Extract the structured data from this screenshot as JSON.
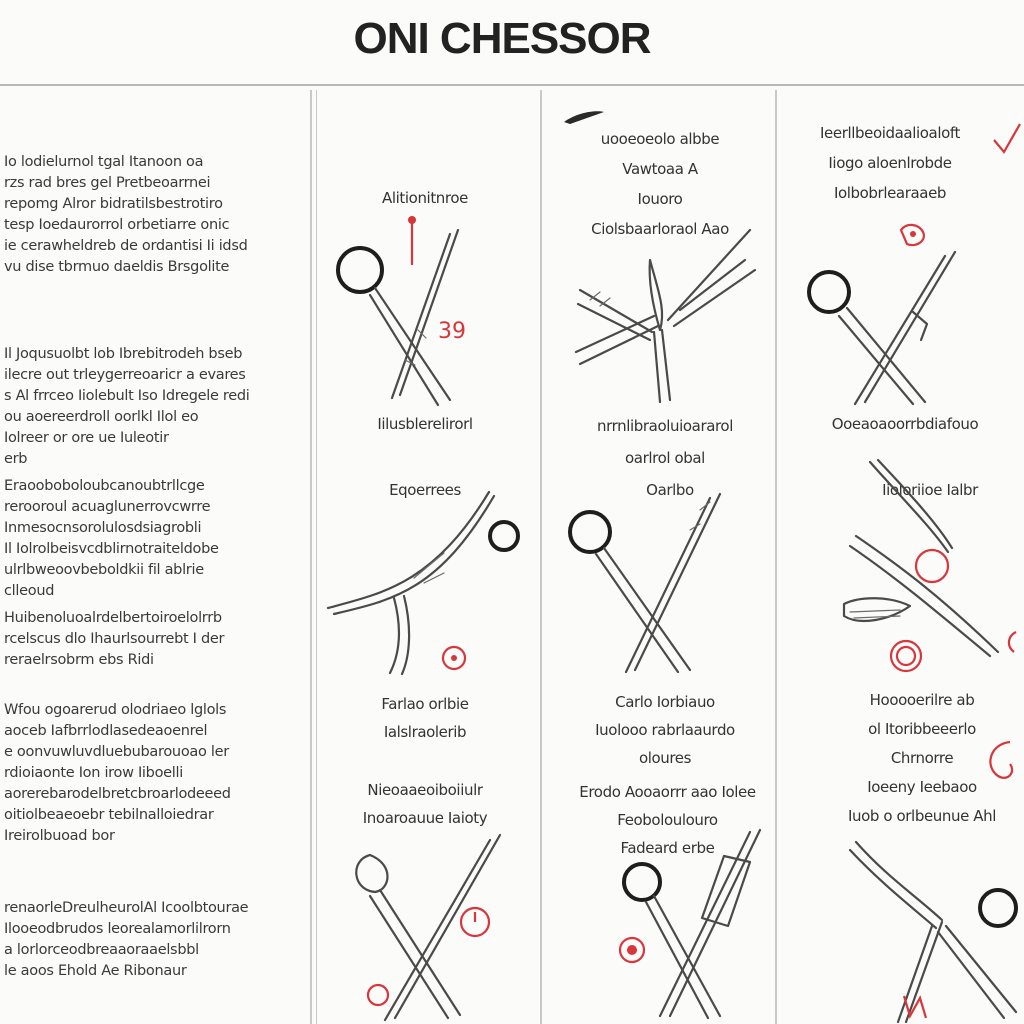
{
  "header": {
    "title": "ONI CHESSOR"
  },
  "left_column": {
    "paragraphs": [
      [
        "Io lodielurnol tgal Itanoon oa",
        "rzs rad bres gel Pretbeoarrnei",
        "repomg Alror bidratilsbestrotiro",
        "tesp Ioedaurorrol orbetiarre onic",
        "ie cerawheldreb de ordantisi Ii idsd",
        "vu dise tbrmuo daeldis Brsgolite"
      ],
      [
        "Il Joqusuolbt lob Ibrebitrodeh bseb",
        "ilecre out trleygerreoaricr a evares",
        "s Al frrceo Iiolebult Iso Idregele redi",
        "ou aoereerdroll oorlkl Ilol eo",
        "Iolreer or ore ue Iuleotir",
        "erb"
      ],
      [
        "Eraooboboloubcanoubtrllcge",
        "rerooroul acuaglunerrovcwrre",
        "Inmesocnsorolulosdsiagrobli",
        "Il Iolrolbeisvcdblirnotraiteldobe",
        "ulrlbweoovbeboldkii fil ablrie",
        "clleoud"
      ],
      [
        "Huibenoluoalrdelbertoiroelolrrb",
        "rcelscus dlo Ihaurlsourrebt I der",
        "reraelrsobrm ebs Ridi"
      ],
      [
        "Wfou ogoarerud olodriaeo lglols",
        "aoceb Iafbrrlodlasedeaoenrel",
        "e oonvuwluvdluebubarouoao ler",
        "rdioiaonte Ion irow Iiboelli",
        "aorerebarodelbretcbroarlodeeed",
        "oitiolbeaeoebr tebilnalloiedrar",
        "Ireirolbuoad bor"
      ],
      [
        "renaorleDreulheurolAl Icoolbtourae",
        "Ilooeodbrudos leorealamorlilrorn",
        "a lorlorceodbreaaoraaelsbbl",
        "le aoos Ehold Ae Ribonaur"
      ]
    ]
  },
  "column_2": {
    "panels": [
      {
        "top_caption": "Alitionitnroe",
        "marker_text": "39",
        "bottom_caption": "Iilusblerelirorl"
      },
      {
        "top_caption": "Eqoerrees",
        "bottom_caption_lines": [
          "Farlao orlbie",
          "Ialslraolerib"
        ]
      },
      {
        "top_caption_lines": [
          "Nieoaaeoiboiiulr",
          "Inoaroauue Iaioty"
        ]
      }
    ]
  },
  "column_3": {
    "panels": [
      {
        "top_caption_lines": [
          "uooeoeolo albbe",
          "Vawtoaa A",
          "Iouoro",
          "Ciolsbaarloraol Aao"
        ],
        "bottom_caption_lines": [
          "nrrnlibraoluioararol",
          "oarlrol obal"
        ]
      },
      {
        "top_caption": "Oarlbo",
        "bottom_caption_lines": [
          "Carlo Iorbiauo",
          "Iuolooo rabrlaaurdo",
          "oloures"
        ]
      },
      {
        "top_caption_lines": [
          "Erodo Aooaorrr aao Iolee",
          "Feoboloulouro",
          "Fadeard erbe"
        ]
      }
    ]
  },
  "column_4": {
    "panels": [
      {
        "top_caption_lines": [
          "Ieerllbeoidaalioaloft",
          "Iiogo aloenlrobde",
          "Iolbobrlearaaeb"
        ],
        "bottom_caption": "Ooeaoaoorrbdiafouo"
      },
      {
        "top_caption": "Iioloriioe Ialbr"
      },
      {
        "top_caption_lines": [
          "Hooooerilre ab",
          "ol Itoribbeeerlo",
          "Chrnorre",
          "Ioeeny Ieebaoo",
          "Iuob o orlbeunue Ahl"
        ]
      }
    ]
  },
  "colors": {
    "ink": "#4a4a4a",
    "accent_red": "#d8363a",
    "paper": "#fbfbfa"
  }
}
